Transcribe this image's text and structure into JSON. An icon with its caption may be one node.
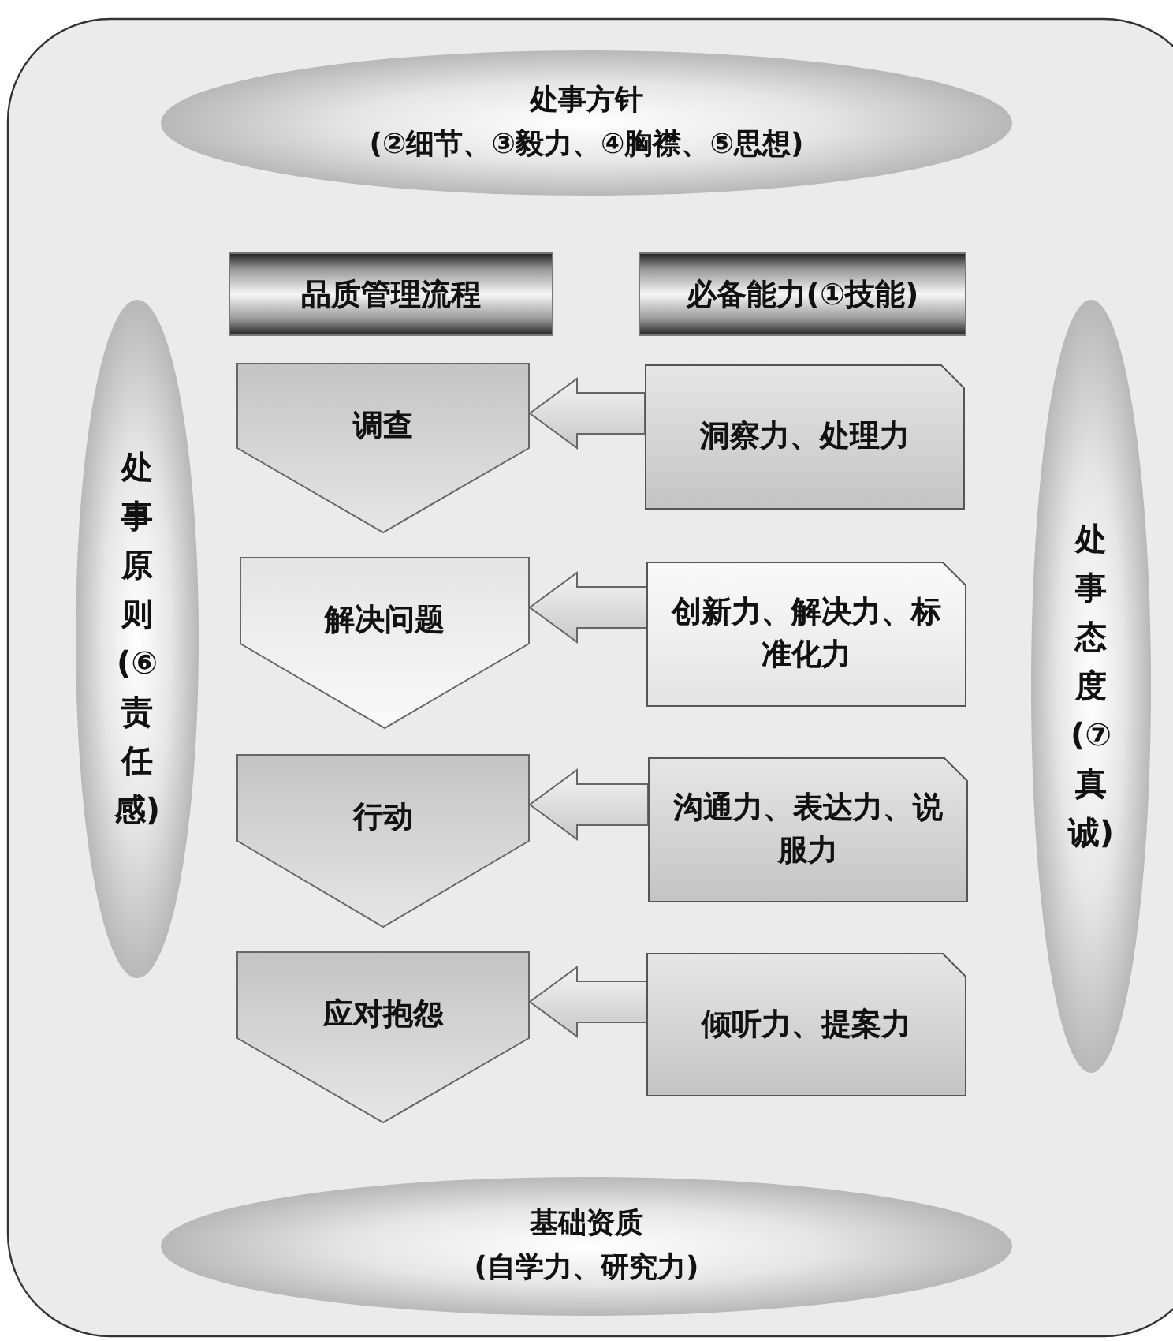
{
  "diagram": {
    "nodes": [
      {
        "text": [
          "处事方针",
          "(②细节、③毅力、④胸襟、⑤思想)"
        ]
      },
      {
        "text": [
          "处事原则",
          "(⑥责任感)"
        ]
      },
      {
        "text": [
          "品质管理流程"
        ]
      },
      {
        "text": [
          "必备能力(①技能)"
        ]
      },
      {
        "text": [
          "调查"
        ]
      },
      {
        "text": [
          "洞察力、处理力"
        ]
      },
      {
        "text": [
          "解决问题"
        ]
      },
      {
        "text": [
          "创新力、解决力、标准化力"
        ]
      },
      {
        "text": [
          "行动"
        ]
      },
      {
        "text": [
          "沟通力、表达力、说服力"
        ]
      },
      {
        "text": [
          "应对抱怨"
        ]
      },
      {
        "text": [
          "倾听力、提案力"
        ]
      },
      {
        "text": [
          "处事态度",
          "(⑦真诚)"
        ]
      },
      {
        "text": [
          "基础资质",
          "(自学力、研究力)"
        ]
      }
    ],
    "edges": [
      {
        "from": 5,
        "to": 4,
        "arrow": "to"
      },
      {
        "from": 7,
        "to": 6,
        "arrow": "to"
      },
      {
        "from": 9,
        "to": 8,
        "arrow": "to"
      },
      {
        "from": 11,
        "to": 10,
        "arrow": "to"
      }
    ]
  }
}
